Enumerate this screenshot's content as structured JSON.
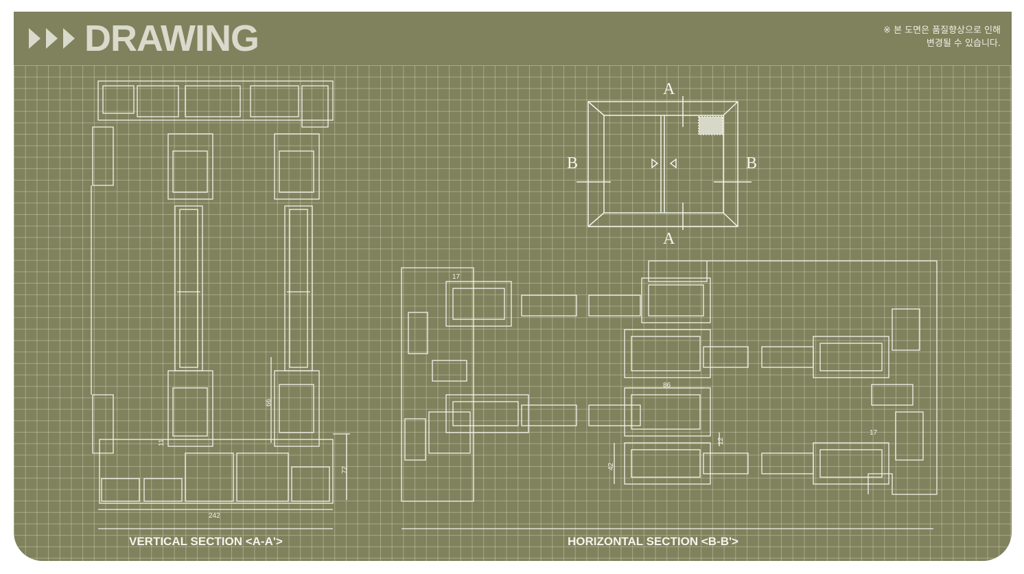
{
  "header": {
    "title": "DRAWING",
    "note_line1": "※ 본 도면은 품질향상으로 인해",
    "note_line2": "변경될 수 있습니다."
  },
  "elevation": {
    "label_a": "A",
    "label_b": "B"
  },
  "vertical_section": {
    "caption": "VERTICAL SECTION <A-A'>",
    "dimensions": {
      "width": "242",
      "height": "72",
      "sash": "66",
      "gap": "11"
    }
  },
  "horizontal_section": {
    "caption": "HORIZONTAL SECTION <B-B'>",
    "dimensions": {
      "sash_width": "86",
      "gap": "12",
      "sash_depth": "42",
      "offset_left": "17",
      "offset_right": "17"
    }
  },
  "colors": {
    "background": "#7f825d",
    "grid": "#b3b591",
    "line": "#f4f4ec",
    "title": "#d9dacb"
  }
}
